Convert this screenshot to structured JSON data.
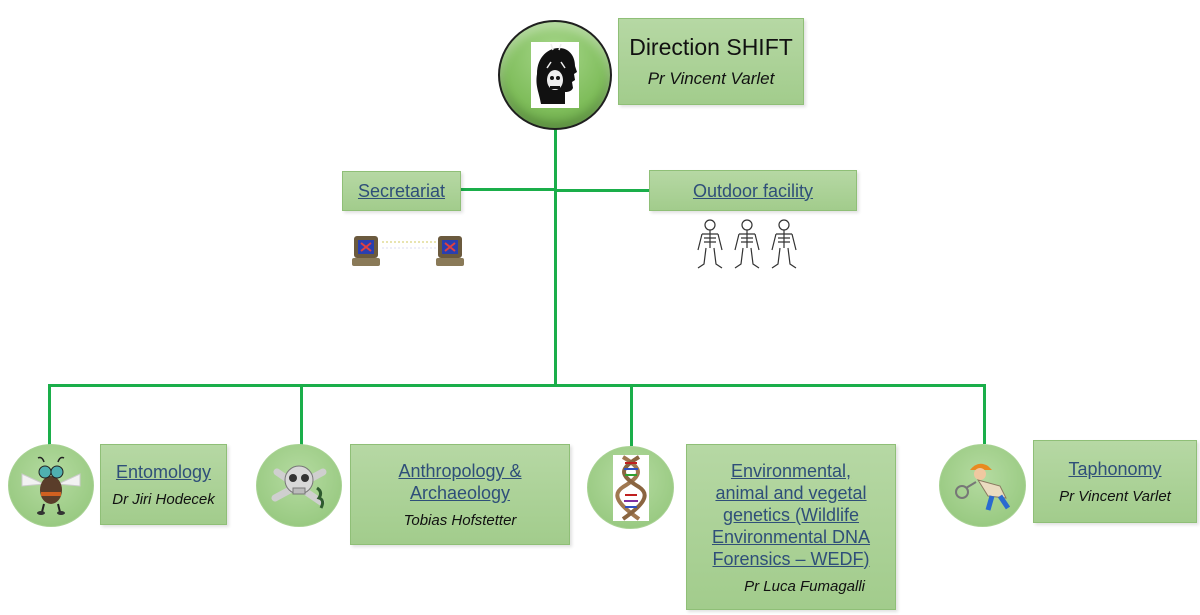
{
  "colors": {
    "connector": "#1aae4a",
    "box_fill": "#a9d18e",
    "link_text": "#2f4f79",
    "top_circle": "#7fbd5b"
  },
  "director": {
    "title": "Direction SHIFT",
    "person": "Pr Vincent Varlet",
    "icon": "forensic-head-icon"
  },
  "support_units": [
    {
      "label": "Secretariat",
      "icon": "computers-network-icon"
    },
    {
      "label": "Outdoor facility",
      "icon": "skeletons-icon"
    }
  ],
  "departments": [
    {
      "label": "Entomology",
      "person": "Dr Jiri Hodecek",
      "icon": "fly-icon"
    },
    {
      "label": "Anthropology & Archaeology",
      "person": "Tobias Hofstetter",
      "icon": "skull-bones-icon"
    },
    {
      "label": "Environmental, animal and vegetal genetics (Wildlife Environmental DNA Forensics – WEDF)",
      "person": "Pr Luca Fumagalli",
      "icon": "dna-icon"
    },
    {
      "label": "Taphonomy",
      "person": "Pr Vincent Varlet",
      "icon": "detective-icon"
    }
  ]
}
